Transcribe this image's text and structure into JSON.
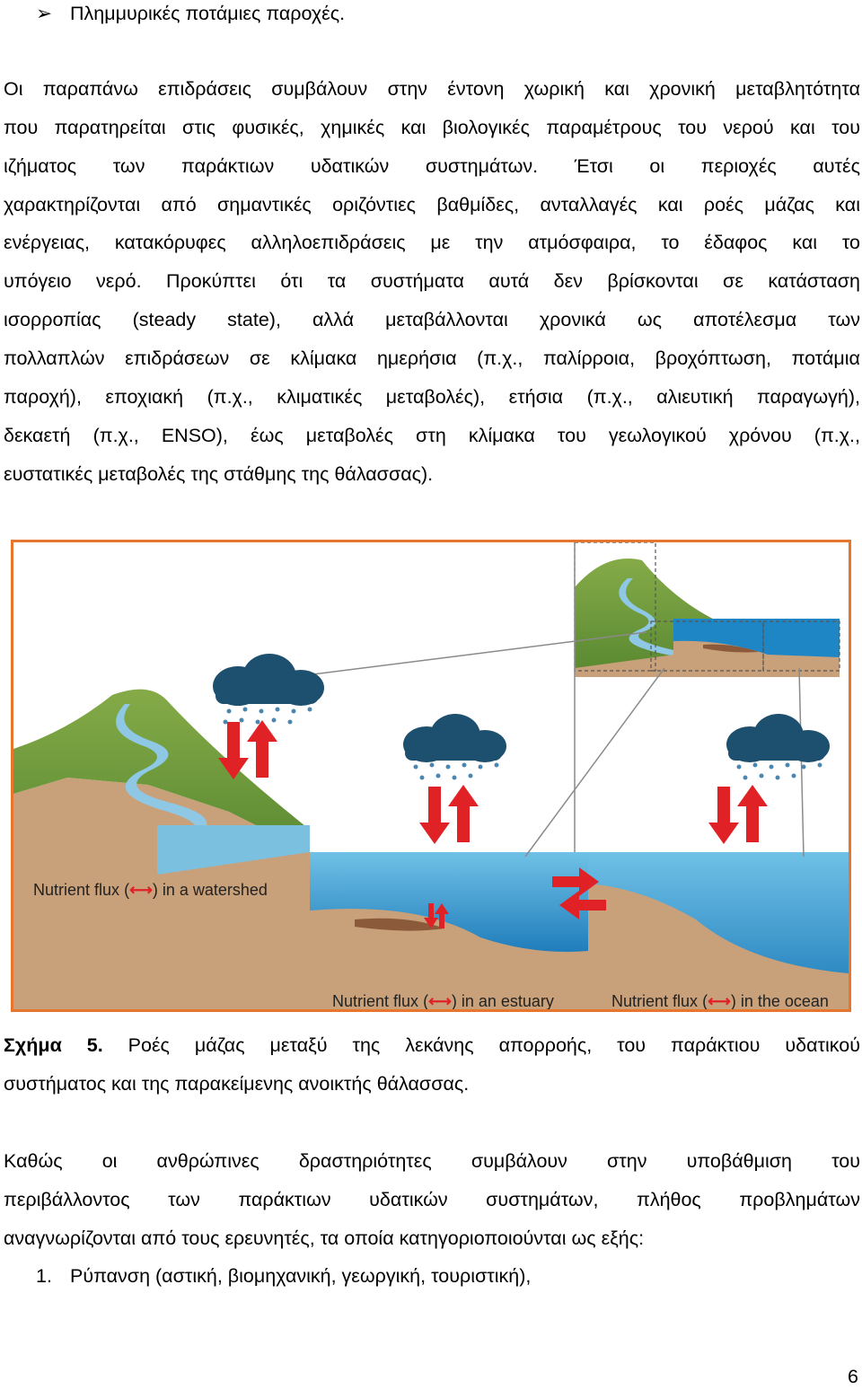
{
  "bullet": {
    "marker": "➢",
    "text": "Πλημμυρικές ποτάμιες παροχές."
  },
  "paragraph1": [
    "Οι παραπάνω επιδράσεις συμβάλουν στην έντονη χωρική και χρονική μεταβλητότητα",
    "που παρατηρείται στις φυσικές, χημικές και βιολογικές παραμέτρους του νερού και του",
    "ιζήματος των παράκτιων υδατικών συστημάτων. Έτσι οι περιοχές αυτές",
    "χαρακτηρίζονται από σημαντικές οριζόντιες βαθμίδες, ανταλλαγές και ροές μάζας και",
    "ενέργειας, κατακόρυφες αλληλοεπιδράσεις με την ατμόσφαιρα, το έδαφος και το",
    "υπόγειο νερό. Προκύπτει ότι τα συστήματα αυτά δεν βρίσκονται σε κατάσταση",
    "ισορροπίας (steady state), αλλά μεταβάλλονται χρονικά ως αποτέλεσμα των",
    "πολλαπλών επιδράσεων σε κλίμακα ημερήσια (π.χ., παλίρροια, βροχόπτωση, ποτάμια",
    "παροχή), εποχιακή (π.χ., κλιματικές μεταβολές), ετήσια (π.χ., αλιευτική παραγωγή),",
    "δεκαετή (π.χ., ENSO), έως μεταβολές στη κλίμακα του γεωλογικού χρόνου (π.χ.,",
    "ευστατικές μεταβολές της στάθμης της θάλασσας)."
  ],
  "figure": {
    "labels": [
      {
        "pre": "Nutrient flux",
        "arrow": "⟷",
        "post": ") in  a watershed",
        "open": "("
      },
      {
        "pre": "Nutrient flux",
        "arrow": "⟷",
        "post": ") in an estuary",
        "open": "("
      },
      {
        "pre": "Nutrient flux",
        "arrow": "⟷",
        "post": ") in the ocean",
        "open": "("
      }
    ],
    "colors": {
      "border": "#e8752d",
      "water": "#1f86c6",
      "land": "#c8a07a",
      "hill": "#6f9a3b",
      "cloud": "#1d4f6e",
      "arrow": "#e02227"
    }
  },
  "caption": {
    "label": "Σχήμα 5.",
    "line1": " Ροές μάζας μεταξύ της λεκάνης απορροής, του παράκτιου υδατικού",
    "line2": "συστήματος και της παρακείμενης ανοικτής θάλασσας."
  },
  "paragraph2": [
    "Καθώς οι ανθρώπινες δραστηριότητες συμβάλουν στην υποβάθμιση του",
    "περιβάλλοντος των παράκτιων υδατικών συστημάτων, πλήθος προβλημάτων",
    "αναγνωρίζονται από τους ερευνητές, τα οποία κατηγοριοποιούνται ως εξής:"
  ],
  "list": [
    {
      "number": "1.",
      "text": "Ρύπανση (αστική, βιομηχανική, γεωργική, τουριστική),"
    }
  ],
  "page_number": "6"
}
